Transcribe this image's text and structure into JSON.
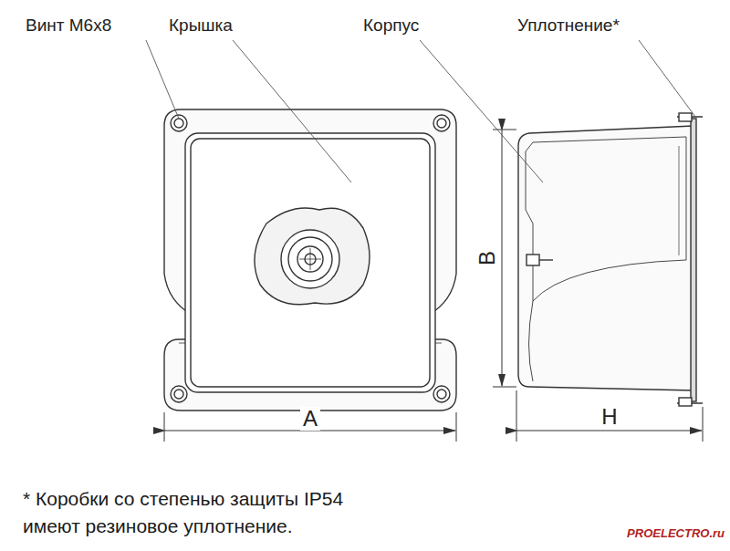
{
  "diagram": {
    "labels": [
      "Винт М6х8",
      "Крышка",
      "Корпус",
      "Уплотнение*",
      "B",
      "A",
      "H",
      "* Коробки со степенью защиты IP54 имеют резиновое уплотнение.",
      "PROELECTRO.ru"
    ]
  }
}
